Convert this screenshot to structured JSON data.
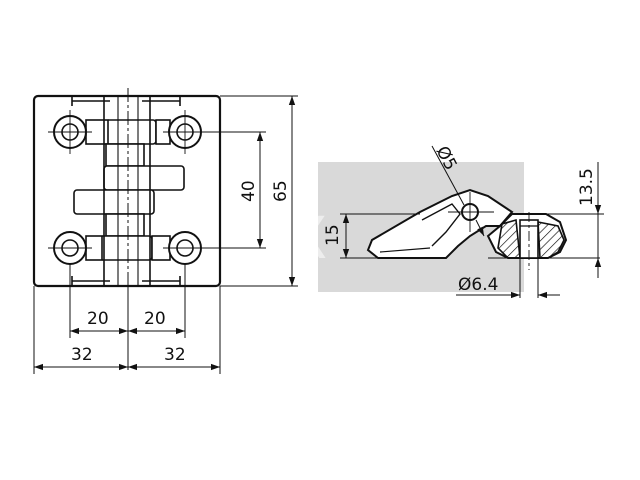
{
  "watermark": {
    "text": "TechXX",
    "box_color": "#d9d9d9"
  },
  "colors": {
    "line": "#111111",
    "paper": "#ffffff",
    "hatch": "#111111"
  },
  "dimensions": {
    "front_width_left": "32",
    "front_width_right": "32",
    "hole_spacing_left": "20",
    "hole_spacing_right": "20",
    "hole_vertical_spacing": "40",
    "overall_height": "65",
    "side_hole_diameter": "Ø5",
    "side_height": "13.5",
    "side_leaf_height": "15",
    "side_bore_diameter": "Ø6.4"
  }
}
